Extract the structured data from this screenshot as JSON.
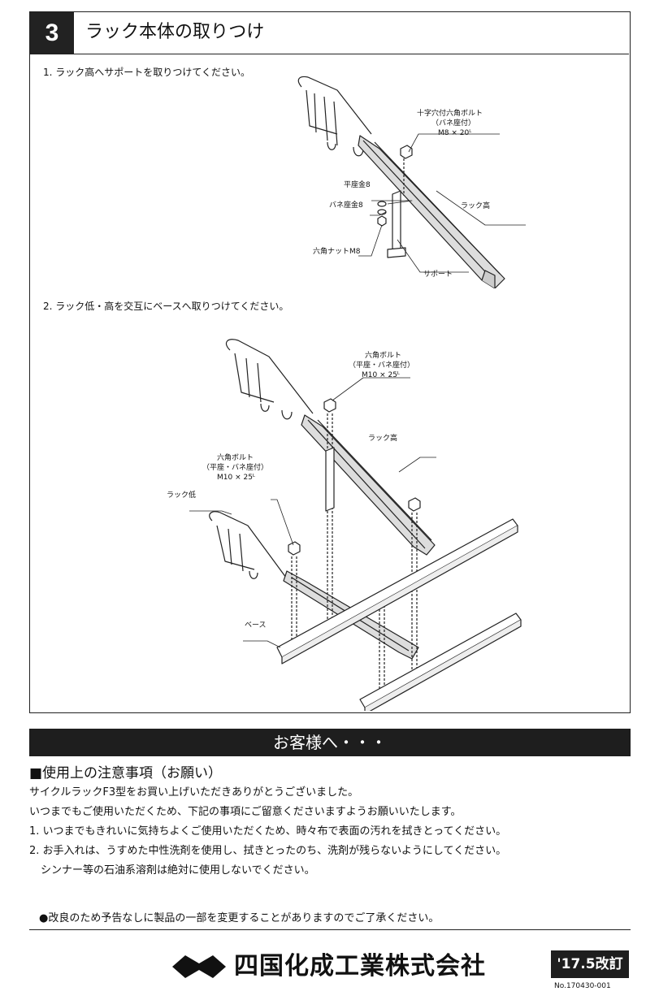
{
  "header": {
    "step_number": "3",
    "title": "ラック本体の取りつけ"
  },
  "steps": [
    {
      "text": "1. ラック高へサポートを取りつけてください。"
    },
    {
      "text": "2. ラック低・高を交互にベースへ取りつけてください。"
    }
  ],
  "figure1": {
    "labels": {
      "cross_bolt": [
        "十字穴付六角ボルト",
        "（バネ座付）",
        "M8 × 20ᴸ"
      ],
      "flat_washer": "平座金8",
      "spring_washer": "バネ座金8",
      "hex_nut": "六角ナットM8",
      "rack_high": "ラック高",
      "support": "サポート"
    }
  },
  "figure2": {
    "labels": {
      "hex_bolt_top": [
        "六角ボルト",
        "（平座・バネ座付）",
        "M10 × 25ᴸ"
      ],
      "rack_high": "ラック高",
      "hex_bolt_left": [
        "六角ボルト",
        "（平座・バネ座付）",
        "M10 × 25ᴸ"
      ],
      "rack_low": "ラック低",
      "base": "ベース"
    }
  },
  "banner": {
    "text": "お客様へ・・・"
  },
  "notes": {
    "title": "■使用上の注意事項（お願い）",
    "lines": [
      "サイクルラックF3型をお買い上げいただきありがとうございました。",
      "いつまでもご使用いただくため、下記の事項にご留意くださいますようお願いいたします。",
      "1. いつまでもきれいに気持ちよくご使用いただくため、時々布で表面の汚れを拭きとってください。",
      "2. お手入れは、うすめた中性洗剤を使用し、拭きとったのち、洗剤が残らないようにしてください。",
      "シンナー等の石油系溶剤は絶対に使用しないでください。"
    ],
    "notice": "●改良のため予告なしに製品の一部を変更することがありますのでご了承ください。"
  },
  "footer": {
    "company": "四国化成工業株式会社",
    "revision": "'17.5改訂",
    "doc_number": "No.170430-001"
  }
}
